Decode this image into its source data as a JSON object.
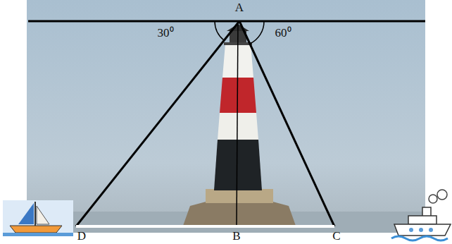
{
  "diagram": {
    "labels": [
      "A",
      "30⁰",
      "60⁰",
      "D",
      "B",
      "C"
    ]
  }
}
